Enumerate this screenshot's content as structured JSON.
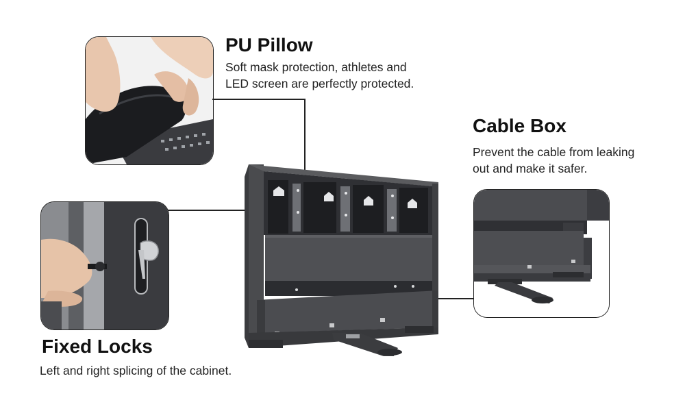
{
  "features": {
    "pu_pillow": {
      "title": "PU Pillow",
      "desc_line1": "Soft mask protection, athletes and",
      "desc_line2": "LED screen are perfectly protected."
    },
    "cable_box": {
      "title": "Cable Box",
      "desc_line1": "Prevent the cable from leaking",
      "desc_line2": "out and make it safer."
    },
    "fixed_locks": {
      "title": "Fixed Locks",
      "desc_line1": "Left and right splicing of the cabinet."
    }
  },
  "colors": {
    "cabinet": "#4a4b4e",
    "cabinet_dark": "#2e2f32",
    "connector": "#222222",
    "text": "#111111"
  }
}
